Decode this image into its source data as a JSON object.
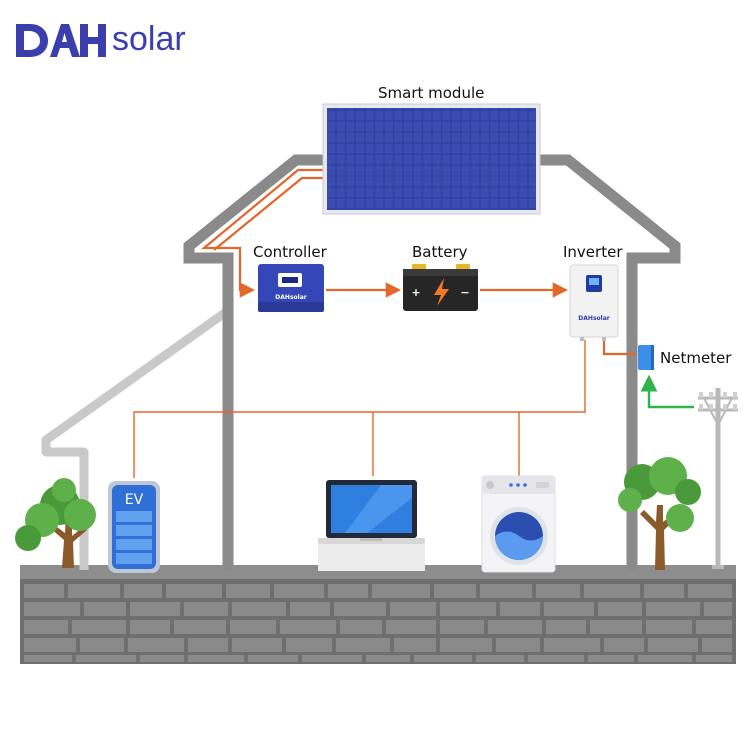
{
  "brand": {
    "logo_text": "DAH",
    "logo_word": "solar",
    "color": "#3b3fae"
  },
  "labels": {
    "smart_module": "Smart module",
    "controller": "Controller",
    "battery": "Battery",
    "inverter": "Inverter",
    "netmeter": "Netmeter",
    "ev": "EV"
  },
  "device_badges": {
    "controller_brand": "DAHsolar",
    "inverter_brand": "DAHsolar",
    "battery_plus": "+",
    "battery_minus": "−"
  },
  "colors": {
    "dc_line": "#e3662a",
    "ac_line": "#e3662a",
    "grid_feed": "#2fb34a",
    "house": "#8a8a8a",
    "panel": "#2d3d9a",
    "device_blue": "#2f5fd6",
    "wall": "#7a7a7a"
  }
}
